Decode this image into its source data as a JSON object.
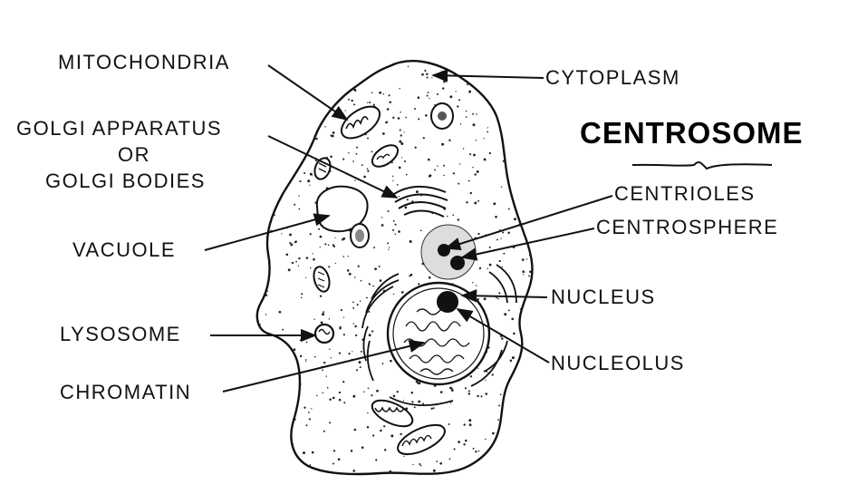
{
  "title": "CENTROSOME",
  "labels": {
    "mitochondria": "MITOCHONDRIA",
    "golgi_1": "GOLGI APPARATUS",
    "golgi_2": "OR",
    "golgi_3": "GOLGI BODIES",
    "vacuole": "VACUOLE",
    "lysosome": "LYSOSOME",
    "chromatin": "CHROMATIN",
    "cytoplasm": "CYTOPLASM",
    "centrioles": "CENTRIOLES",
    "centrosphere": "CENTROSPHERE",
    "nucleus": "NUCLEUS",
    "nucleolus": "NUCLEOLUS"
  },
  "colors": {
    "ink": "#111111",
    "background": "#ffffff"
  }
}
